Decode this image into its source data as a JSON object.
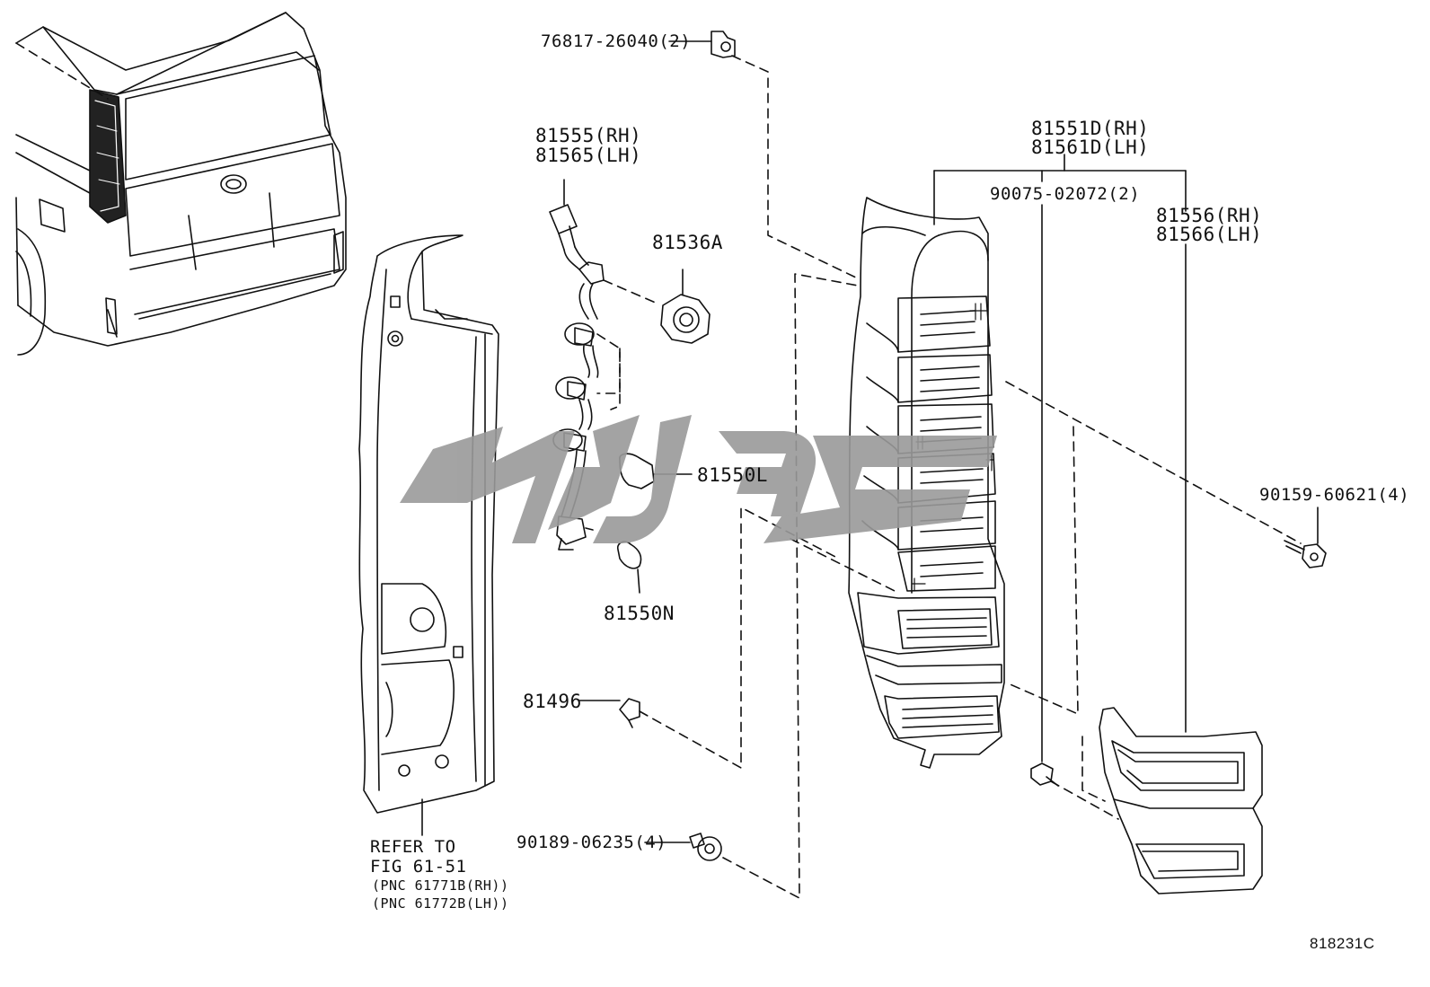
{
  "parts": {
    "grommet_top": "76817-26040(2)",
    "socket_rh": "81555(RH)",
    "socket_lh": "81565(LH)",
    "socket_cover": "81536A",
    "bulb_l": "81550L",
    "bulb_n": "81550N",
    "clip": "81496",
    "screw_bottom": "90189-06235(4)",
    "lamp_rh": "81551D(RH)",
    "lamp_lh": "81561D(LH)",
    "screw_mid": "90075-02072(2)",
    "lens_rh": "81556(RH)",
    "lens_lh": "81566(LH)",
    "screw_right": "90159-60621(4)"
  },
  "refer": {
    "line1": "REFER TO",
    "line2": "FIG 61-51",
    "line3": "(PNC 61771B(RH))",
    "line4": "(PNC 61772B(LH))"
  },
  "figure_code": "818231C",
  "watermark_color": "#9a9a9a"
}
